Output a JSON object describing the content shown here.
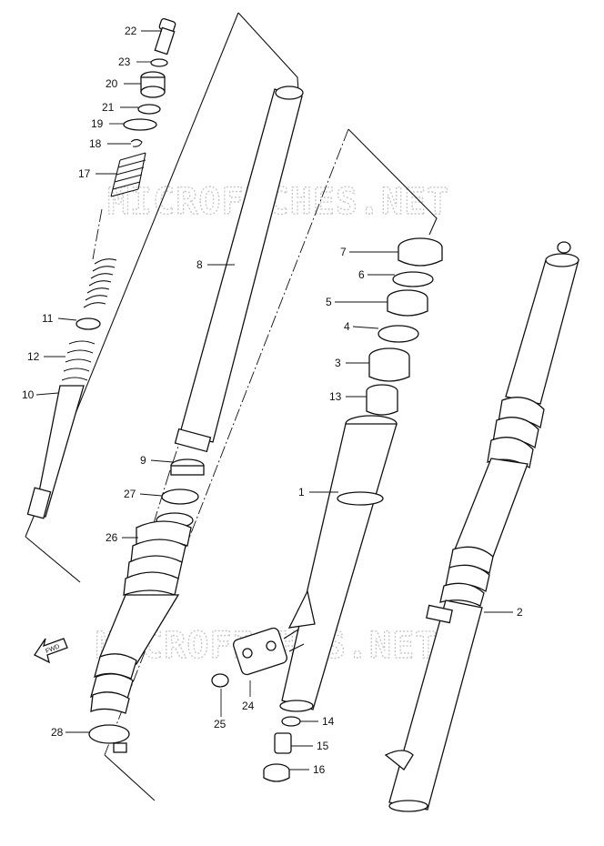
{
  "watermark": "MICROFICHES.NET",
  "fwd_label": "FWD",
  "callouts": [
    {
      "id": "c1",
      "label": "1"
    },
    {
      "id": "c2",
      "label": "2"
    },
    {
      "id": "c3",
      "label": "3"
    },
    {
      "id": "c4",
      "label": "4"
    },
    {
      "id": "c5",
      "label": "5"
    },
    {
      "id": "c6",
      "label": "6"
    },
    {
      "id": "c7",
      "label": "7"
    },
    {
      "id": "c8",
      "label": "8"
    },
    {
      "id": "c9",
      "label": "9"
    },
    {
      "id": "c10",
      "label": "10"
    },
    {
      "id": "c11",
      "label": "11"
    },
    {
      "id": "c12",
      "label": "12"
    },
    {
      "id": "c13",
      "label": "13"
    },
    {
      "id": "c14",
      "label": "14"
    },
    {
      "id": "c15",
      "label": "15"
    },
    {
      "id": "c16",
      "label": "16"
    },
    {
      "id": "c17",
      "label": "17"
    },
    {
      "id": "c18",
      "label": "18"
    },
    {
      "id": "c19",
      "label": "19"
    },
    {
      "id": "c20",
      "label": "20"
    },
    {
      "id": "c21",
      "label": "21"
    },
    {
      "id": "c22",
      "label": "22"
    },
    {
      "id": "c23",
      "label": "23"
    },
    {
      "id": "c24",
      "label": "24"
    },
    {
      "id": "c25",
      "label": "25"
    },
    {
      "id": "c26",
      "label": "26"
    },
    {
      "id": "c27",
      "label": "27"
    },
    {
      "id": "c28",
      "label": "28"
    }
  ]
}
